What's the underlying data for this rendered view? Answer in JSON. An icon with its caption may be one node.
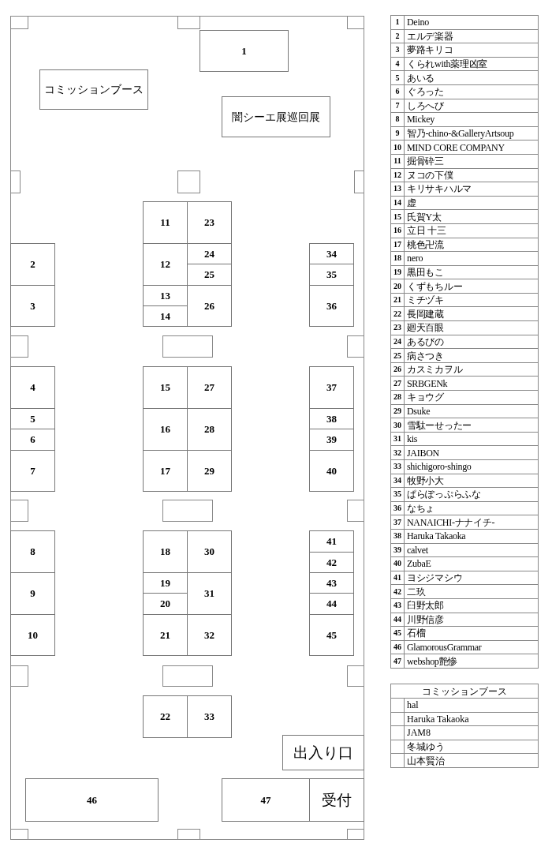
{
  "diagram": {
    "nodes": [
      {
        "text": [
          "1"
        ]
      },
      {
        "text": [
          "コミッションブース"
        ]
      },
      {
        "text": [
          "闇シーエ展巡回展"
        ]
      },
      {
        "text": [
          "11"
        ]
      },
      {
        "text": [
          "23"
        ]
      },
      {
        "text": [
          "12"
        ]
      },
      {
        "text": [
          "24"
        ]
      },
      {
        "text": [
          "25"
        ]
      },
      {
        "text": [
          "13"
        ]
      },
      {
        "text": [
          "14"
        ]
      },
      {
        "text": [
          "26"
        ]
      },
      {
        "text": [
          "2"
        ]
      },
      {
        "text": [
          "3"
        ]
      },
      {
        "text": [
          "34"
        ]
      },
      {
        "text": [
          "35"
        ]
      },
      {
        "text": [
          "36"
        ]
      },
      {
        "text": [
          "4"
        ]
      },
      {
        "text": [
          "15"
        ]
      },
      {
        "text": [
          "27"
        ]
      },
      {
        "text": [
          "37"
        ]
      },
      {
        "text": [
          "5"
        ]
      },
      {
        "text": [
          "38"
        ]
      },
      {
        "text": [
          "6"
        ]
      },
      {
        "text": [
          "39"
        ]
      },
      {
        "text": [
          "16"
        ]
      },
      {
        "text": [
          "28"
        ]
      },
      {
        "text": [
          "7"
        ]
      },
      {
        "text": [
          "17"
        ]
      },
      {
        "text": [
          "29"
        ]
      },
      {
        "text": [
          "40"
        ]
      },
      {
        "text": [
          "8"
        ]
      },
      {
        "text": [
          "18"
        ]
      },
      {
        "text": [
          "30"
        ]
      },
      {
        "text": [
          "41"
        ]
      },
      {
        "text": [
          "42"
        ]
      },
      {
        "text": [
          "9"
        ]
      },
      {
        "text": [
          "19"
        ]
      },
      {
        "text": [
          "20"
        ]
      },
      {
        "text": [
          "31"
        ]
      },
      {
        "text": [
          "43"
        ]
      },
      {
        "text": [
          "44"
        ]
      },
      {
        "text": [
          "10"
        ]
      },
      {
        "text": [
          "21"
        ]
      },
      {
        "text": [
          "32"
        ]
      },
      {
        "text": [
          "45"
        ]
      },
      {
        "text": [
          "22"
        ]
      },
      {
        "text": [
          "33"
        ]
      },
      {
        "text": [
          "出入り口"
        ]
      },
      {
        "text": [
          "46"
        ]
      },
      {
        "text": [
          "47"
        ]
      },
      {
        "text": [
          "受付"
        ]
      }
    ],
    "labels": [
      "1",
      "Deino",
      "2",
      "エルデ楽器",
      "3",
      "夢路キリコ",
      "4",
      "くられwith薬理凶室",
      "5",
      "あいる",
      "6",
      "ぐろった",
      "7",
      "しろへび",
      "8",
      "Mickey",
      "9",
      "智乃-chino-&GalleryArtsoup",
      "10",
      "MIND CORE COMPANY",
      "11",
      "掘骨砕三",
      "12",
      "ヌコの下僕",
      "13",
      "キリサキハルマ",
      "14",
      "虚",
      "15",
      "氏賀Y太",
      "16",
      "立日 十三",
      "17",
      "桃色卍流",
      "18",
      "nero",
      "19",
      "黒田もこ",
      "20",
      "くずもちルー",
      "21",
      "ミチヅキ",
      "22",
      "長岡建蔵",
      "23",
      "廻天百眼",
      "24",
      "あるびの",
      "25",
      "病さつき",
      "26",
      "カスミカヲル",
      "27",
      "SRBGENk",
      "28",
      "キョウグ",
      "29",
      "Dsuke",
      "30",
      "雪駄ーせったー",
      "31",
      "kis",
      "32",
      "JAIBON",
      "33",
      "shichigoro-shingo",
      "34",
      "牧野小大",
      "35",
      "ぱらぽっぷらふな",
      "36",
      "なちょ",
      "37",
      "NANAICHI-ナナイチ-",
      "38",
      "Haruka Takaoka",
      "39",
      "calvet",
      "40",
      "ZubaE",
      "41",
      "ヨシジマシウ",
      "42",
      "二玖",
      "43",
      "臼野太郎",
      "44",
      "川野信彦",
      "45",
      "石榴",
      "46",
      "GlamorousGrammar",
      "47",
      "webshop艶惨",
      "コミッションブース",
      "hal",
      "Haruka Takaoka",
      "JAM8",
      "冬城ゆう",
      "山本賢治"
    ]
  }
}
